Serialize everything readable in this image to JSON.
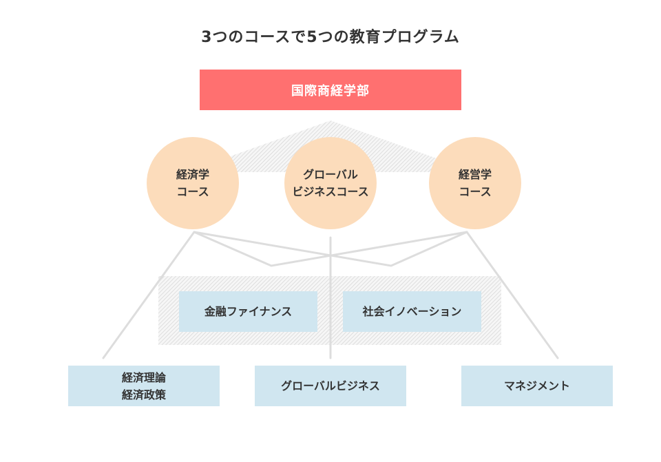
{
  "title": "3つのコースで5つの教育プログラム",
  "faculty": {
    "name": "国際商経学部"
  },
  "courses": [
    {
      "line1": "経済学",
      "line2": "コース"
    },
    {
      "line1": "グローバル",
      "line2": "ビジネスコース"
    },
    {
      "line1": "経営学",
      "line2": "コース"
    }
  ],
  "shared_programs": [
    {
      "line1": "金融ファイナンス"
    },
    {
      "line1": "社会イノベーション"
    }
  ],
  "programs": [
    {
      "line1": "経済理論",
      "line2": "経済政策"
    },
    {
      "line1": "グローバルビジネス"
    },
    {
      "line1": "マネジメント"
    }
  ],
  "colors": {
    "faculty": "#ff7070",
    "course": "#fcdcbb",
    "program": "#d0e6f0",
    "line": "#dddddd",
    "hatch": "#cccccc"
  }
}
